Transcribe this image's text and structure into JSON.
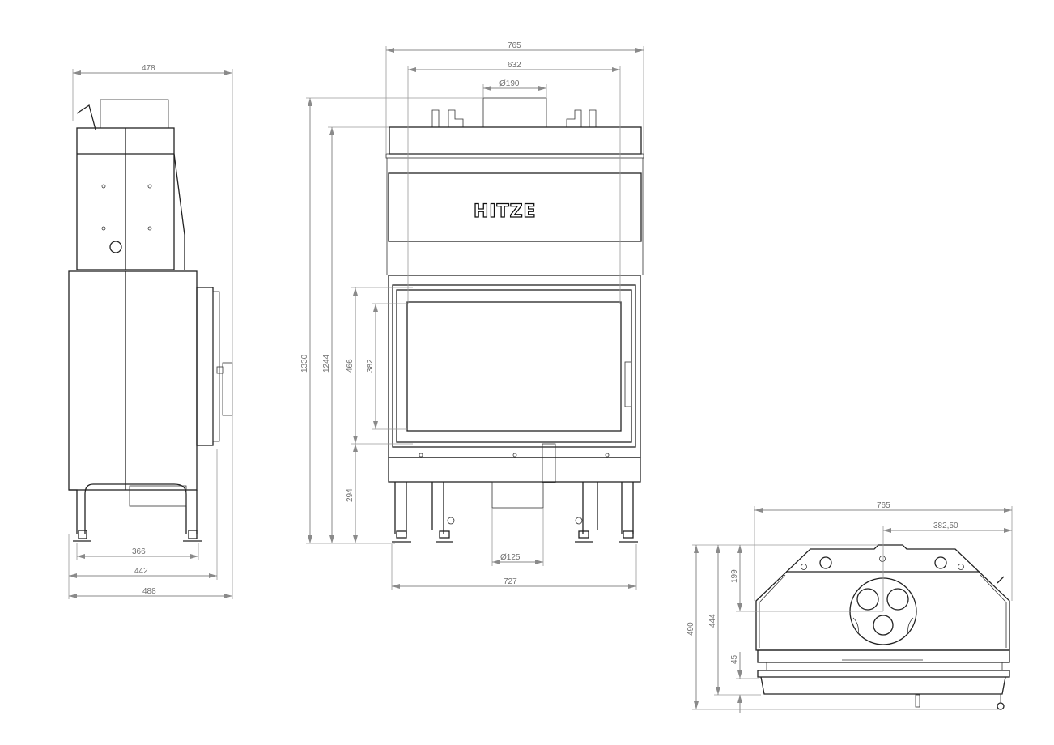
{
  "drawing": {
    "brand_logo": "HITZE",
    "side_view": {
      "dims": {
        "top_width": "478",
        "feet_span": "366",
        "base_width": "442",
        "total_depth": "488"
      }
    },
    "front_view": {
      "dims": {
        "total_width": "765",
        "inner_width": "632",
        "flue_diameter": "Ø190",
        "total_height": "1330",
        "body_height": "1244",
        "door_height": "466",
        "glass_height": "382",
        "door_bottom_height": "294",
        "air_inlet_diameter": "Ø125",
        "base_width": "727"
      }
    },
    "top_view": {
      "dims": {
        "total_width": "765",
        "half_width": "382,50",
        "total_depth": "490",
        "body_depth": "444",
        "flue_offset": "199",
        "front_offset": "45"
      }
    }
  }
}
